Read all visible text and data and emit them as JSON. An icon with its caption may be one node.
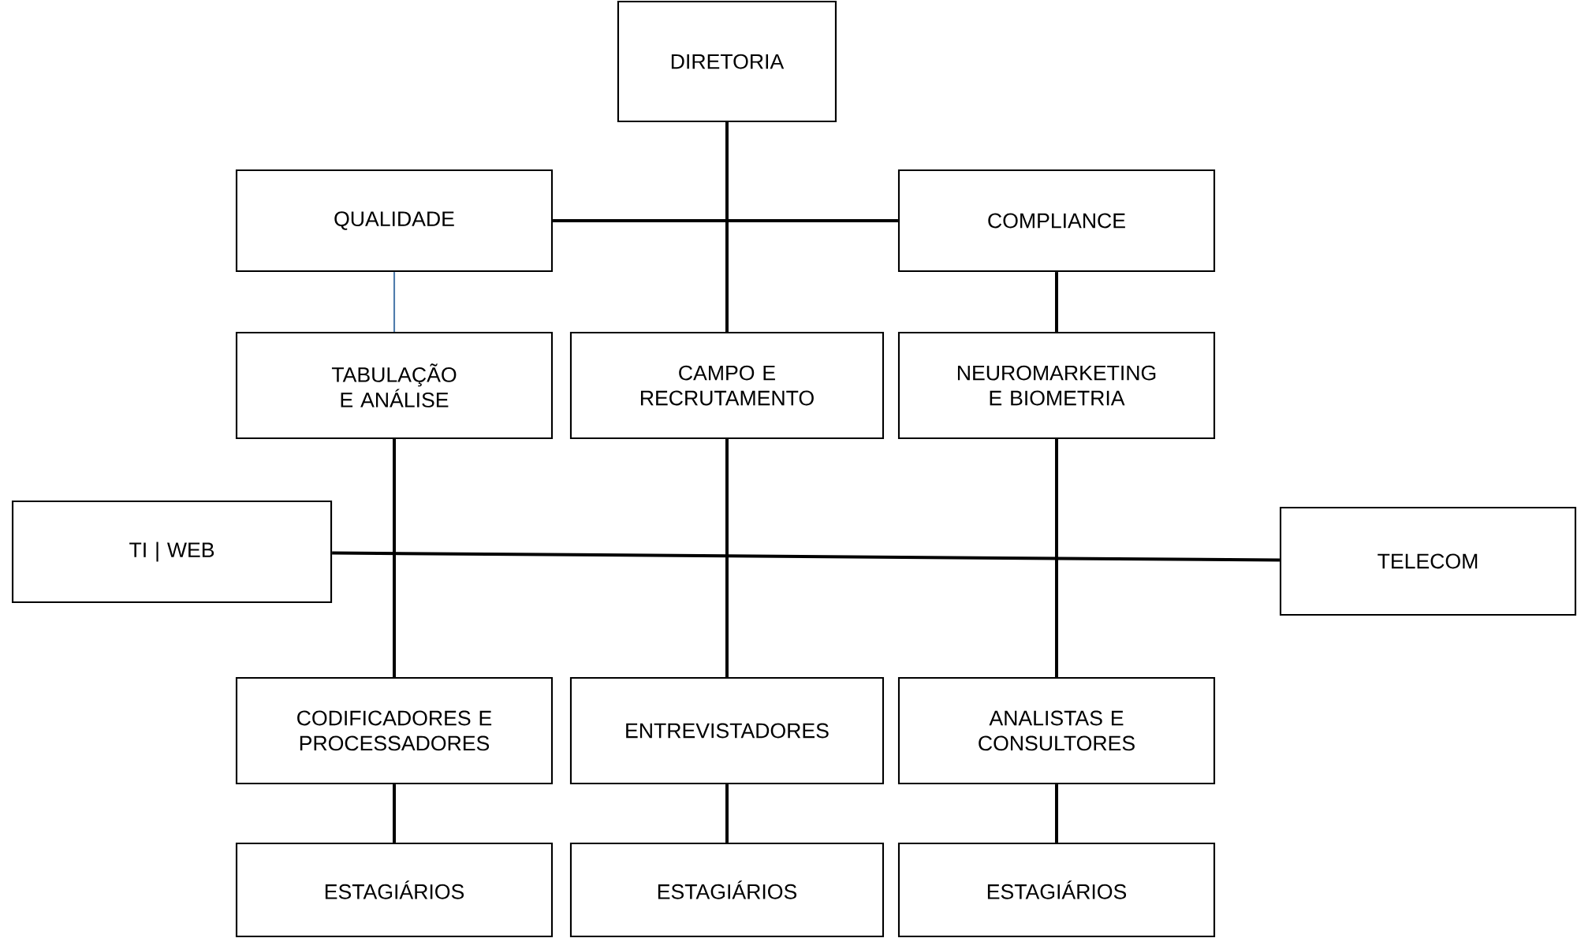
{
  "diagram": {
    "nodes": [
      {
        "text": [
          "DIRETORIA"
        ]
      },
      {
        "text": [
          "QUALIDADE"
        ]
      },
      {
        "text": [
          "COMPLIANCE"
        ]
      },
      {
        "text": [
          "TABULAÇÃO E ANÁLISE"
        ]
      },
      {
        "text": [
          "CAMPO E RECRUTAMENTO"
        ]
      },
      {
        "text": [
          "NEUROMARKETING E BIOMETRIA"
        ]
      },
      {
        "text": [
          "TI | WEB"
        ]
      },
      {
        "text": [
          "TELECOM"
        ]
      },
      {
        "text": [
          "CODIFICADORES E PROCESSADORES"
        ]
      },
      {
        "text": [
          "ENTREVISTADORES"
        ]
      },
      {
        "text": [
          "ANALISTAS E CONSULTORES"
        ]
      },
      {
        "text": [
          "ESTAGIÁRIOS"
        ]
      },
      {
        "text": [
          "ESTAGIÁRIOS"
        ]
      },
      {
        "text": [
          "ESTAGIÁRIOS"
        ]
      }
    ],
    "edges": [
      {
        "from": 0,
        "to": 4,
        "arrow": "none"
      },
      {
        "from": 1,
        "to": 2,
        "arrow": "none"
      },
      {
        "from": 1,
        "to": 3,
        "arrow": "none",
        "color": "#4f7cac"
      },
      {
        "from": 2,
        "to": 5,
        "arrow": "none"
      },
      {
        "from": 3,
        "to": 8,
        "arrow": "none"
      },
      {
        "from": 4,
        "to": 9,
        "arrow": "none"
      },
      {
        "from": 5,
        "to": 10,
        "arrow": "none"
      },
      {
        "from": 6,
        "to": 7,
        "arrow": "none"
      },
      {
        "from": 8,
        "to": 11,
        "arrow": "none"
      },
      {
        "from": 9,
        "to": 12,
        "arrow": "none"
      },
      {
        "from": 10,
        "to": 13,
        "arrow": "none"
      }
    ]
  }
}
